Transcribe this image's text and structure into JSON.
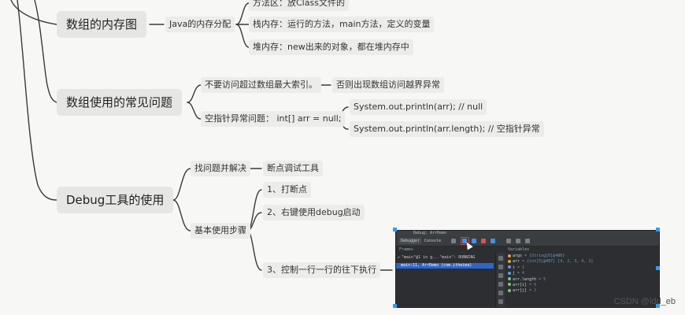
{
  "colors": {
    "line": "#3a3a3a",
    "topic_bg": "#e6e6e4",
    "sub_bg": "#ececea",
    "highlight": "#e53935",
    "selection": "#2f9bff"
  },
  "topics": {
    "memory": {
      "label": "数组的内存图",
      "java": "Java的内存分配",
      "method_area": "方法区：放Class文件的",
      "stack": "栈内存：运行的方法，main方法，定义的变量",
      "heap": "堆内存：new出来的对象，都在堆内存中"
    },
    "issues": {
      "label": "数组使用的常见问题",
      "out_of_bounds": "不要访问超过数组最大索引。",
      "out_of_bounds_result": "否则出现数组访问越界异常",
      "null_pointer": "空指针异常问题： int[] arr = null;",
      "print_arr": "System.out.println(arr); //  null",
      "print_len": "System.out.println(arr.length); //  空指针异常"
    },
    "debug": {
      "label": "Debug工具的使用",
      "find": "找问题并解决",
      "breakpoint_tool": "断点调试工具",
      "steps": "基本使用步骤",
      "step1": "1、打断点",
      "step2": "2、右键使用debug启动",
      "step3": "3、控制一行一行的往下执行"
    }
  },
  "debugger": {
    "title": "Debug:  ArrDemo",
    "tabs": [
      "Debugger",
      "Console"
    ],
    "frames_header": "Frames",
    "variables_header": "Variables",
    "thread": "\"main\"@1 in g...\"main\": RUNNING",
    "frame": "main:11, ArrDemo (com.itheima)",
    "variables": [
      {
        "name": "args",
        "value": "= {String[0]@486}"
      },
      {
        "name": "arr",
        "value": "= {int[5]@487} [4, 2, 3, 4, 1]"
      },
      {
        "name": "i",
        "value": "= 1"
      },
      {
        "name": "j",
        "value": "= 4"
      },
      {
        "name": "arr.length",
        "value": "= 5"
      },
      {
        "name": "arr[i]",
        "value": "= 5"
      },
      {
        "name": "arr[j]",
        "value": "= 2"
      }
    ]
  },
  "watermark": "CSDN @ldd_eb"
}
